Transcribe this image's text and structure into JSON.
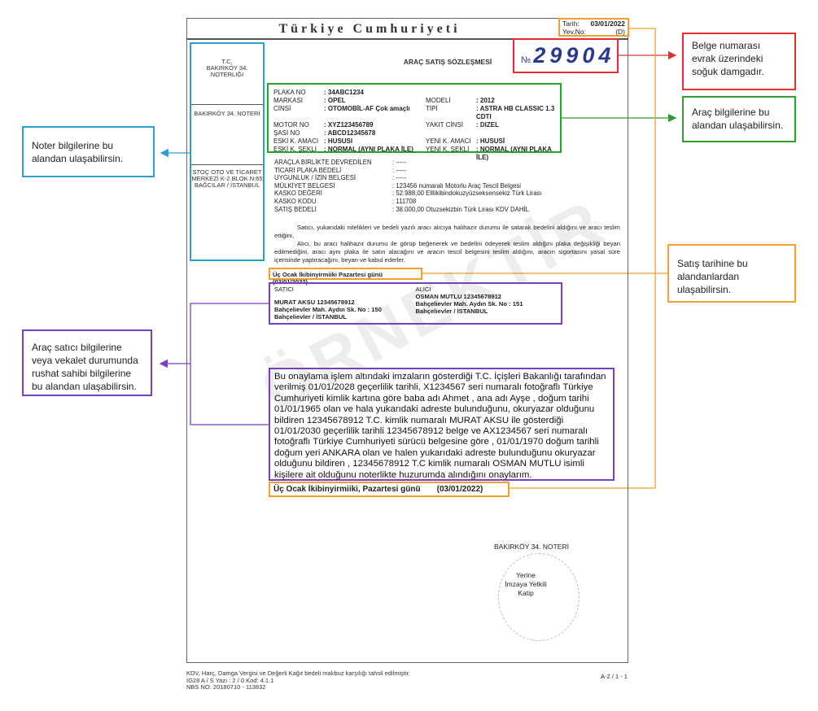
{
  "document": {
    "header_title": "Türkiye Cumhuriyeti",
    "tarih_label": "Tarih:",
    "tarih_value": "03/01/2022",
    "yevno_label": "Yev.No:",
    "yevno_value": "(D)",
    "stamp_prefix": "№",
    "stamp_number": "29904",
    "left_column": {
      "notary_top": [
        "T.C.",
        "BAKIRKÖY 34.",
        "NOTERLIĞI"
      ],
      "notary_name": "BAKIRKÖY 34. NOTERİ",
      "address": [
        "STOÇ OTO VE TİCARET",
        "MERKEZİ K-2 BLOK N:65",
        "BAĞCILAR / İSTANBUL"
      ]
    },
    "contract_title": "ARAÇ SATIŞ SÖZLEŞMESİ",
    "vehicle": [
      [
        "PLAKA NO",
        ": 34ABC1234",
        "",
        ""
      ],
      [
        "MARKASI",
        ": OPEL",
        "MODELİ",
        ": 2012"
      ],
      [
        "CİNSİ",
        ": OTOMOBİL-AF Çok amaçlı",
        "TİPİ",
        ": ASTRA HB CLASSIC 1.3 CDTI"
      ],
      [
        "MOTOR NO",
        ": XYZ123456789",
        "YAKIT CİNSİ",
        ": DIZEL"
      ],
      [
        "ŞASİ NO",
        ": ABCD12345678",
        "",
        ""
      ],
      [
        "ESKİ K. AMACI",
        ": HUSUSI",
        "YENİ K. AMACI",
        ": HUSUSİ"
      ],
      [
        "ESKİ K. ŞEKLİ",
        ": NORMAL (AYNI PLAKA İLE)",
        "YENİ K. ŞEKLİ",
        ": NORMAL (AYNI PLAKA İLE)"
      ]
    ],
    "info": [
      [
        "ARAÇLA BİRLİKTE DEVREDİLEN",
        ": -----"
      ],
      [
        "TİCARİ PLAKA BEDELİ",
        ": -----"
      ],
      [
        "UYGUNLUK / İZİN BELGESİ",
        ": -----"
      ],
      [
        "MÜLKİYET BELGESİ",
        ": 123456   numaralı Motorlu Araç Tescil Belgesi"
      ],
      [
        "KASKO DEĞERİ",
        ": 52.988,00 Elllikibindokuzyüzseksensekiz Türk Lirası"
      ],
      [
        "KASKO KODU",
        ": 111708"
      ],
      [
        "SATIŞ BEDELİ",
        ": 38.000,00 Otuzsekizbin Türk Lirası KDV DAHİL"
      ]
    ],
    "para1": "Satıcı, yukarıdaki nitelikleri ve bedeli yazılı aracı alıcıya halihazır durumu ile satarak bedelini aldığını ve aracı teslim ettiğini,",
    "para2": "Alıcı, bu aracı halihazır durumu ile görüp beğenerek ve bedelini ödeyerek teslim aldığını plaka değişikliği beyan edilmediğini, aracı aynı plaka ile satın alacağını ve aracın tescil belgesini teslim aldığını, aracın sigortasını yasal süre içerisinde yaptıracağını,   beyan ve kabul ederler.",
    "date_text_small": "Üç Ocak İkibinyirmiiki Pazartesi günü (03/01/2022)",
    "seller": {
      "label": "SATICI",
      "name": "MURAT AKSU    12345678912",
      "addr1": "Bahçelievler Mah. Aydın Sk. No : 150",
      "addr2": "Bahçelievler / İSTANBUL"
    },
    "buyer": {
      "label": "ALICI",
      "name": "OSMAN MUTLU    12345678912",
      "addr1": "Bahçelievler Mah. Aydın Sk. No : 151",
      "addr2": "Bahçelievler / İSTANBUL"
    },
    "watermark": "ÖRNEKTİR",
    "approval": "Bu onaylama işlem altındaki imzaların gösterdiği T.C. İçişleri Bakanlığı tarafından verilmiş 01/01/2028 geçerlilik tarihli, X1234567 seri numaralı fotoğraflı Türkiye Cumhuriyeti kimlik kartına göre baba adı Ahmet , ana adı Ayşe , doğum tarihi 01/01/1965 olan ve hala yukarıdaki adreste bulunduğunu, okuryazar olduğunu bildiren 12345678912 T.C. kimlik numaralı MURAT AKSU ile gösterdiği 01/01/2030 geçerlilik tarihli 12345678912 belge ve AX1234567 seri numaralı fotoğraflı Türkiye Cumhuriyeti sürücü belgesine göre , 01/01/1970 doğum tarihli doğum yeri ANKARA olan ve halen yukarıdaki adreste bulunduğunu okuryazar olduğunu bildiren , 12345678912 T.C kimlik numaralı OSMAN MUTLU isimli kişilere ait olduğunu noterlikte huzurumda alındığını onaylarım.",
    "date_text_large": "Üç Ocak İkibinyirmiiki, Pazartesi günü",
    "date_text_large_value": "(03/01/2022)",
    "signature_notary": "BAKIRKÖY 34. NOTERİ",
    "signature_line1": "Yerine",
    "signature_line2": "İmzaya Yetkili Katip",
    "footer": [
      "KDV, Harç, Damga Vergisi ve Değerli Kağıt bedeli makbuz karşılığı tahsil edilmiştir.",
      "İG28 A / S Yazı : 2 / 0  Kod: 4.1.1",
      "NBS NO:  20180710 - 113832"
    ],
    "page_code": "A-2 / 1 - 1"
  },
  "annotations": {
    "stamp": "Belge numarası evrak üzerindeki soğuk damgadır.",
    "vehicle": "Araç bilgilerine bu alandan ulaşabilirsin.",
    "date": "Satış tarihine bu alandanlardan ulaşabilirsin.",
    "notary": "Noter bilgilerine bu alandan ulaşabilirsin.",
    "seller": "Araç satıcı bilgilerine veya vekalet durumunda rushat sahibi bilgilerine bu alandan ulaşabilirsin."
  },
  "colors": {
    "red": "#e03030",
    "green": "#2ca02c",
    "orange": "#f0a030",
    "blue": "#2aa0d0",
    "purple": "#7a3fc0"
  }
}
